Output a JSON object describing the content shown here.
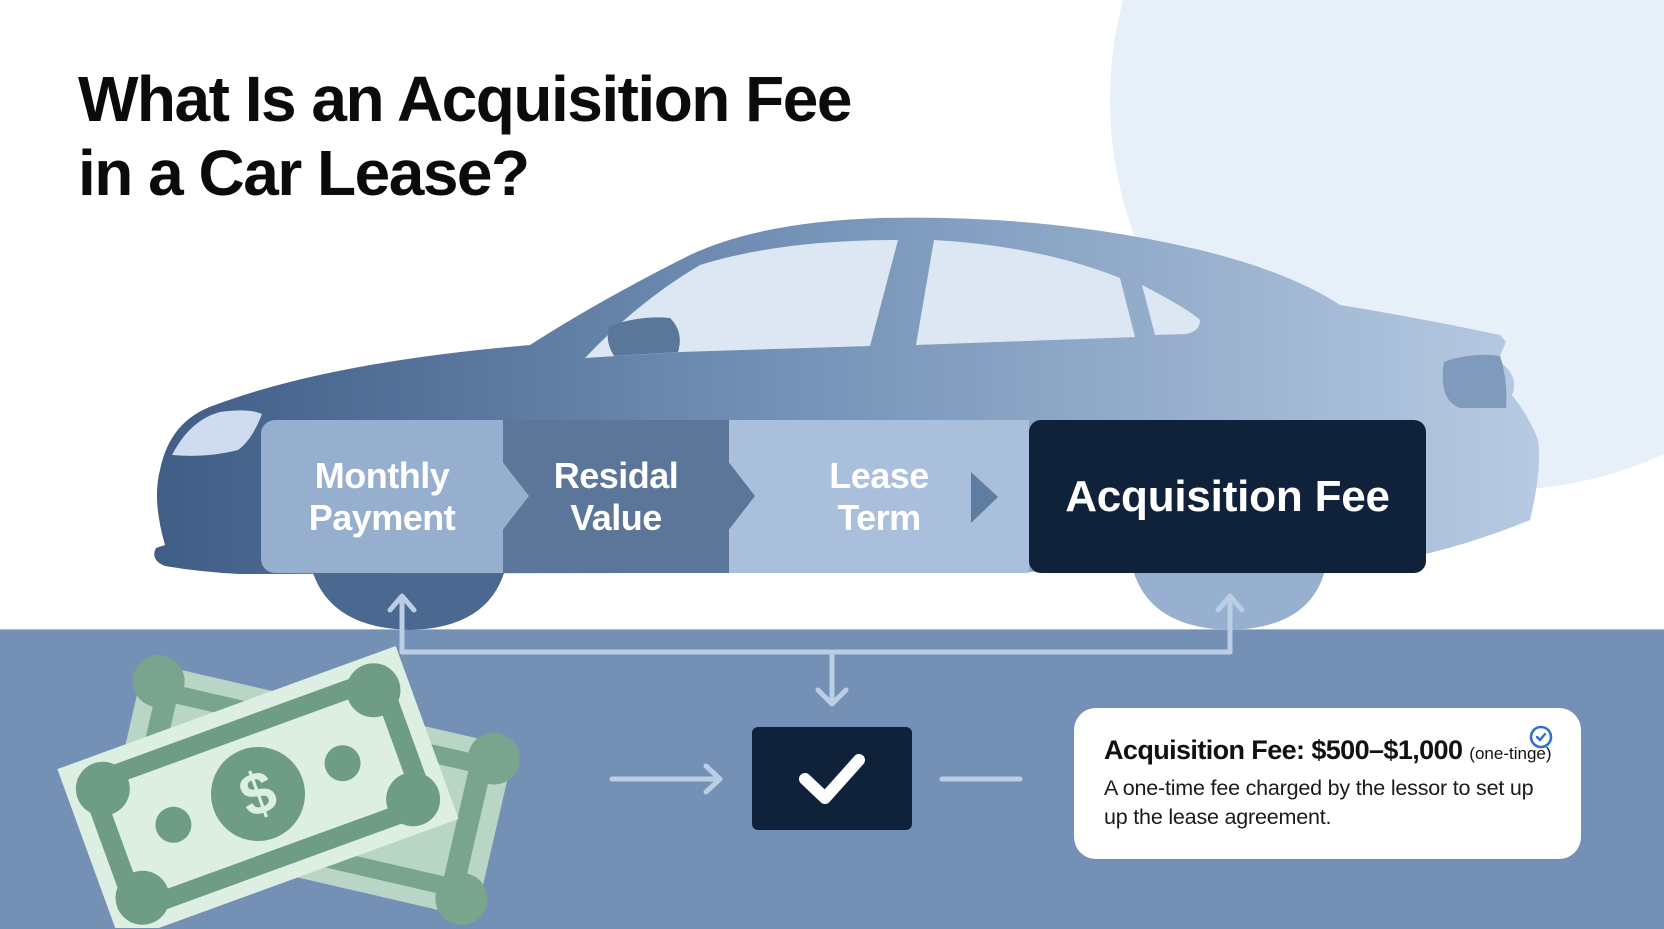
{
  "title": "What Is an Acquisition Fee\nin a Car Lease?",
  "steps": [
    {
      "label": "Monthly\nPayment",
      "color": "#96afcf"
    },
    {
      "label": "Residal\nValue",
      "color": "#5b7699"
    },
    {
      "label": "Lease\nTerm",
      "color": "#a9bfdc"
    },
    {
      "label": "Acquisition Fee",
      "color": "#10223a",
      "highlighted": true
    }
  ],
  "info_card": {
    "heading": "Acquisition Fee: $500–$1,000",
    "heading_note": "(one-tinge)",
    "body": "A one-time fee charged by the lessor to set up up the lease agreement.",
    "icon": "check-circle-icon",
    "icon_color": "#2f6fd6"
  },
  "icons": {
    "money": "dollar-bills-icon",
    "check": "checkmark-icon"
  },
  "colors": {
    "background": "#ffffff",
    "bg_circle": "#e7eff9",
    "floor": "#7490b4",
    "car_dark": "#3f5d85",
    "car_light": "#b3c7e0",
    "window": "#dde7f4",
    "connector": "#bccde6",
    "highlight": "#10223a",
    "money_green": "#6f9c86",
    "money_paper": "#dbefe2"
  }
}
